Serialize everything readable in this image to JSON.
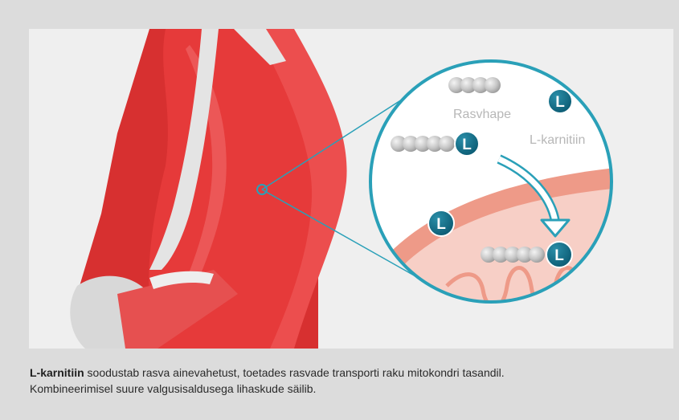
{
  "diagram": {
    "labels": {
      "fatty_acid": "Rasvhape",
      "carnitine": "L-karnitiin",
      "badge_letter": "L"
    },
    "colors": {
      "background": "#dcdcdc",
      "panel": "#efefef",
      "muscle": "#e63a3a",
      "tendon": "#e2e2e2",
      "badge": "#0f6f8a",
      "zoom_line": "#2aa0b8",
      "membrane": "#ee9a88",
      "mitochondria": "#f7cfc6"
    }
  },
  "caption": {
    "bold": "L-karnitiin",
    "line1_rest": " soodustab rasva ainevahetust, toetades rasvade transporti raku mitokondri tasandil.",
    "line2": "Kombineerimisel suure valgusisaldusega lihaskude säilib."
  }
}
